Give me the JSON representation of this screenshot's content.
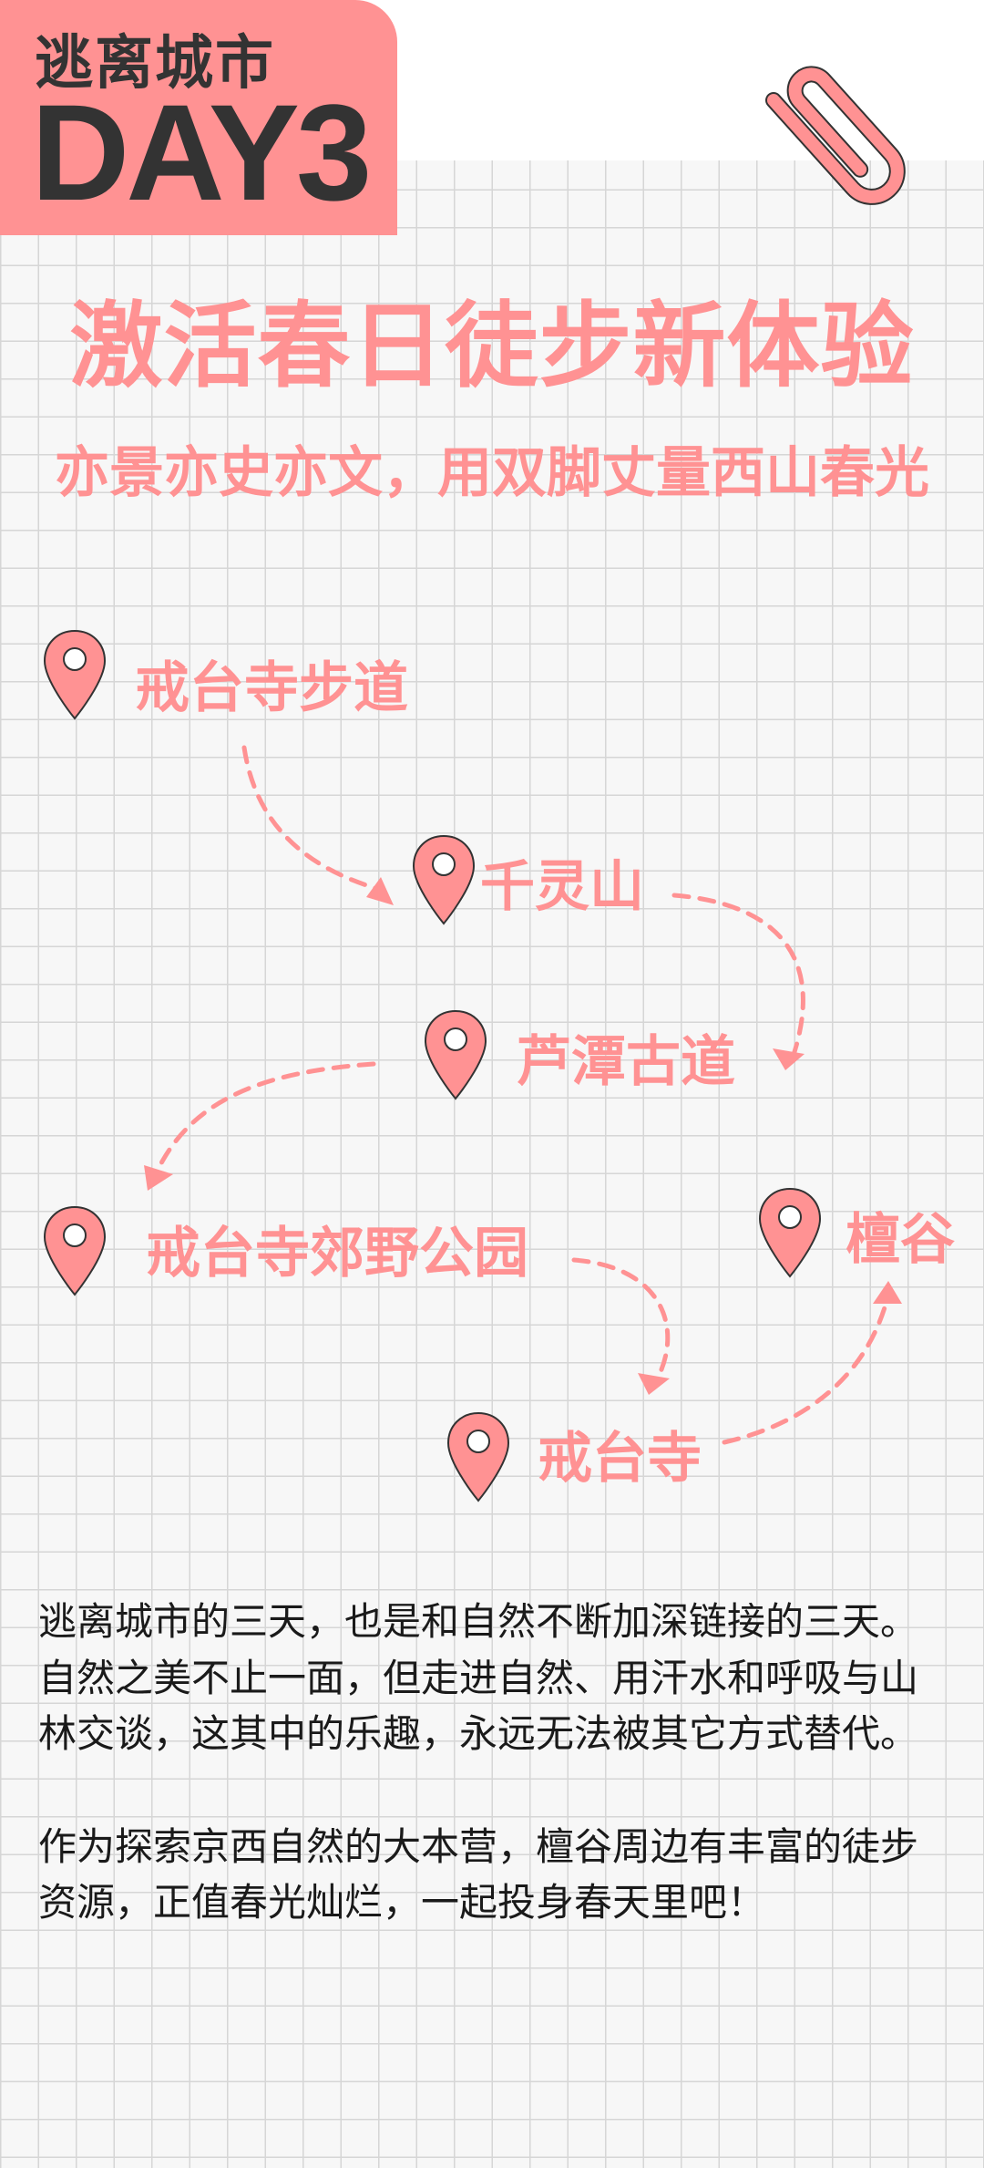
{
  "header": {
    "badge_title": "逃离城市",
    "badge_day": "DAY3"
  },
  "headline": "激活春日徒步新体验",
  "subheadline": "亦景亦史亦文，用双脚丈量西山春光",
  "route": {
    "stops": [
      {
        "id": "s1",
        "name": "戒台寺步道"
      },
      {
        "id": "s2",
        "name": "千灵山"
      },
      {
        "id": "s3",
        "name": "芦潭古道"
      },
      {
        "id": "s4",
        "name": "戒台寺郊野公园"
      },
      {
        "id": "s5",
        "name": "戒台寺"
      },
      {
        "id": "s6",
        "name": "檀谷"
      }
    ]
  },
  "body": {
    "paragraphs": [
      "逃离城市的三天，也是和自然不断加深链接的三天。自然之美不止一面，但走进自然、用汗水和呼吸与山林交谈，这其中的乐趣，永远无法被其它方式替代。",
      "作为探索京西自然的大本营，檀谷周边有丰富的徒步资源，正值春光灿烂，一起投身春天里吧！"
    ]
  },
  "colors": {
    "accent": "#ff9293",
    "dark": "#333333",
    "grid": "#d6d6d6",
    "background": "#f7f7f7"
  },
  "icons": {
    "pin": "map-pin-icon",
    "clip": "paperclip-icon",
    "arrow": "dashed-arrow"
  }
}
